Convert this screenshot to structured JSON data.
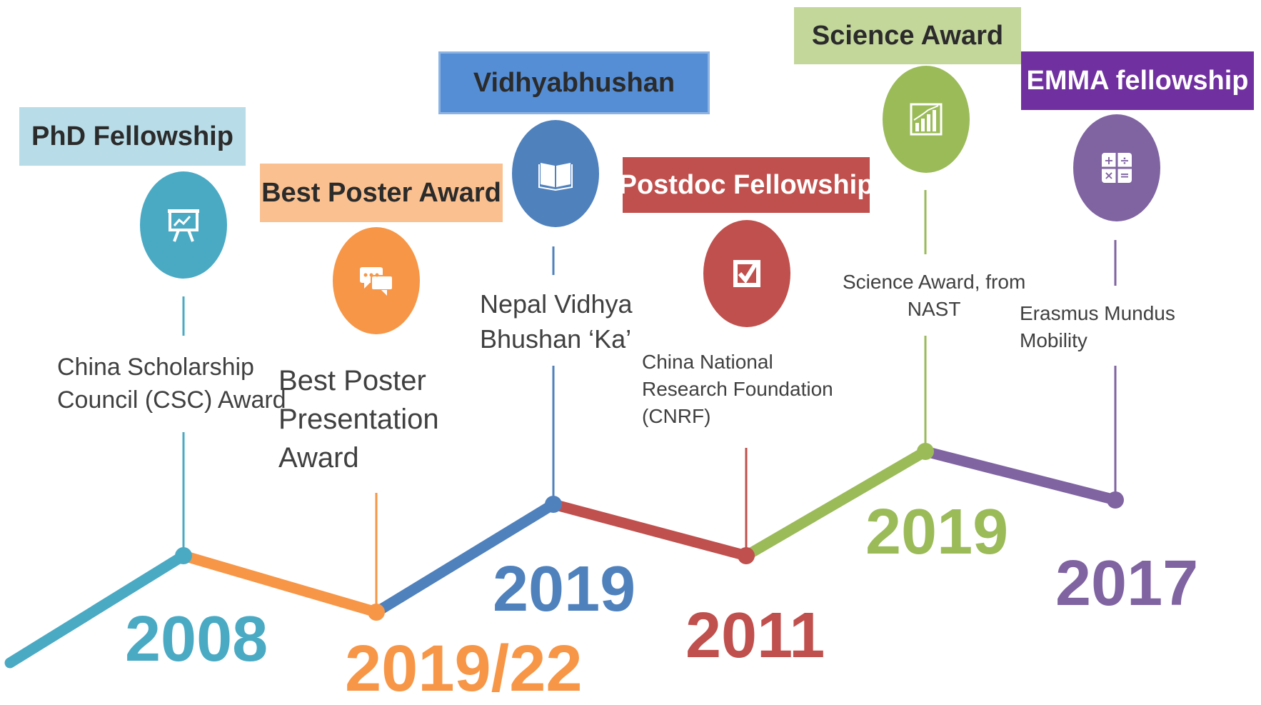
{
  "milestones": [
    {
      "title": "PhD Fellowship",
      "desc": [
        "China Scholarship",
        "Council (CSC) Award"
      ],
      "year": "2008",
      "icon": "presentation-board-icon",
      "color": "#4aaac4",
      "box_color": "#b8dde8",
      "title_color": "#2b2b2b"
    },
    {
      "title": "Best Poster Award",
      "desc": [
        "Best Poster",
        "Presentation",
        "Award"
      ],
      "year": "2019/22",
      "icon": "chat-bubbles-icon",
      "color": "#f79646",
      "box_color": "#fac090",
      "title_color": "#2b2b2b"
    },
    {
      "title": "Vidhyabhushan",
      "desc": [
        "Nepal Vidhya",
        "Bhushan ‘Ka’"
      ],
      "year": "2019",
      "icon": "book-icon",
      "color": "#4f81bd",
      "box_color": "#558ed5",
      "title_color": "#2b2b2b"
    },
    {
      "title": "Postdoc Fellowship",
      "desc": [
        "China National",
        "Research Foundation",
        "(CNRF)"
      ],
      "year": "2011",
      "icon": "checkbox-icon",
      "color": "#c0504d",
      "box_color": "#c0504d",
      "title_color": "#ffffff"
    },
    {
      "title": "Science Award",
      "desc": [
        "Science Award, from",
        "NAST"
      ],
      "year": "2019",
      "icon": "bar-chart-icon",
      "color": "#9bbb59",
      "box_color": "#c4d79b",
      "title_color": "#2b2b2b"
    },
    {
      "title": "EMMA fellowship",
      "desc": [
        "Erasmus Mundus",
        "Mobility"
      ],
      "year": "2017",
      "icon": "calculator-icon",
      "color": "#8064a2",
      "box_color": "#7030a0",
      "title_color": "#ffffff"
    }
  ]
}
